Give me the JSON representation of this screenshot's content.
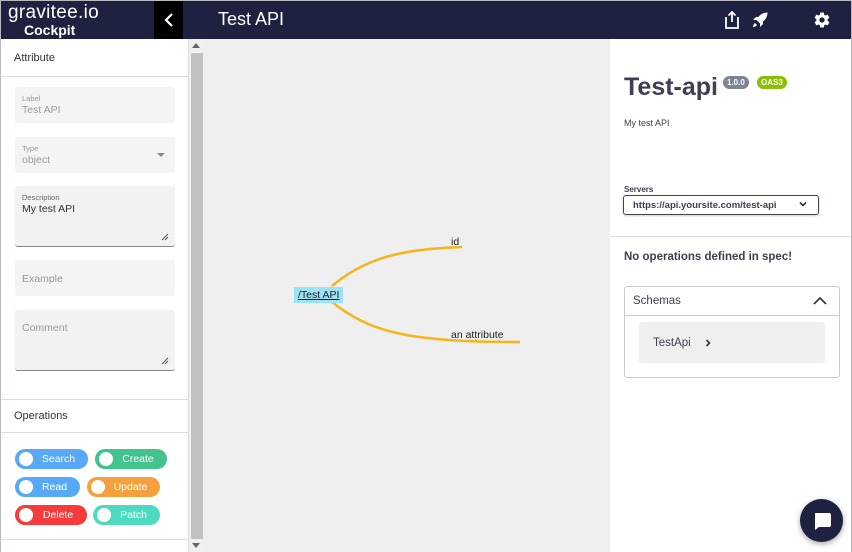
{
  "header": {
    "logo_line1": "gravitee.io",
    "logo_line2": "Cockpit",
    "title": "Test API",
    "bg_color": "#1e2240",
    "icons": [
      "share-icon",
      "rocket-icon",
      "gear-icon"
    ]
  },
  "left": {
    "attribute_title": "Attribute",
    "label_field": {
      "label": "Label",
      "value": "Test API"
    },
    "type_field": {
      "label": "Type",
      "value": "object"
    },
    "description_field": {
      "label": "Description",
      "value": "My test API"
    },
    "example_placeholder": "Example",
    "comment_placeholder": "Comment",
    "operations_title": "Operations",
    "operations": [
      {
        "label": "Search",
        "color": "#58a9f5"
      },
      {
        "label": "Create",
        "color": "#42c28c"
      },
      {
        "label": "Read",
        "color": "#58a9f5"
      },
      {
        "label": "Update",
        "color": "#f5a03c"
      },
      {
        "label": "Delete",
        "color": "#f53b3b"
      },
      {
        "label": "Patch",
        "color": "#4cdbc0"
      }
    ]
  },
  "canvas": {
    "root_label": "/Test API",
    "leaves": [
      "id",
      "an attribute"
    ],
    "branch_color": "#f5b51e"
  },
  "right": {
    "api_title": "Test-api",
    "version_badge": "1.0.0",
    "oas_badge": "OAS3",
    "description": "My test API",
    "servers_label": "Servers",
    "server_url": "https://api.yoursite.com/test-api",
    "no_operations": "No operations defined in spec!",
    "schemas_title": "Schemas",
    "schema_items": [
      "TestApi"
    ]
  }
}
